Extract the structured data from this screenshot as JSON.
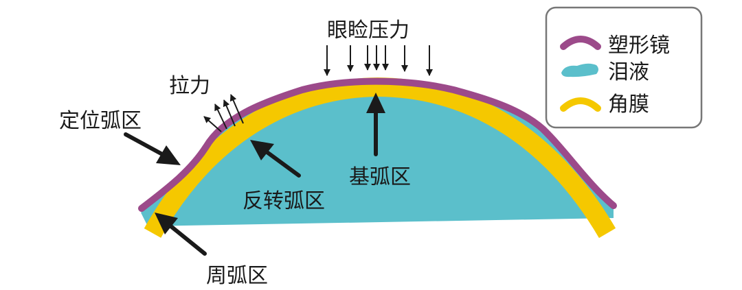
{
  "labels": {
    "eyelid_pressure": "眼睑压力",
    "tension": "拉力",
    "alignment_zone": "定位弧区",
    "reverse_zone": "反转弧区",
    "base_zone": "基弧区",
    "peripheral_zone": "周弧区"
  },
  "legend": {
    "items": [
      {
        "label": "塑形镜",
        "color": "#9c4a8a"
      },
      {
        "label": "泪液",
        "color": "#5bbfcb"
      },
      {
        "label": "角膜",
        "color": "#f5c800"
      }
    ]
  },
  "colors": {
    "lens": "#9c4a8a",
    "tear": "#5bbfcb",
    "cornea": "#f5c800",
    "arrow": "#1a1a1a",
    "legend_border": "#777777"
  }
}
